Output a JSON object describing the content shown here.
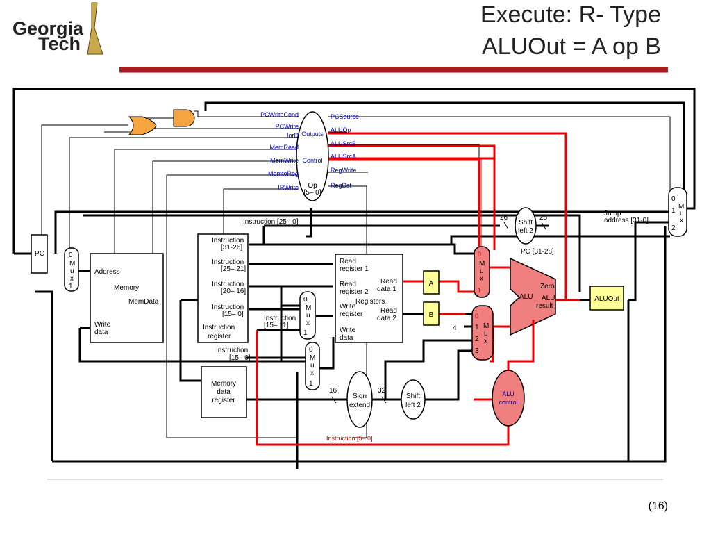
{
  "header": {
    "logo_line1": "Georgia",
    "logo_line2": "Tech",
    "title_line1": "Execute: R- Type",
    "title_line2": "ALUOut = A op B",
    "accent": "#a02020"
  },
  "footer": {
    "page": "(16)"
  },
  "control": {
    "outputs": "Outputs",
    "control": "Control",
    "op": "Op",
    "op_bits": "[5– 0]",
    "left_signals": [
      "PCWriteCond",
      "PCWrite",
      "IorD",
      "MemRead",
      "MemWrite",
      "MemtoReg",
      "IRWrite"
    ],
    "right_signals": [
      "PCSource",
      "ALUOp",
      "ALUSrcB",
      "ALUSrcA",
      "RegWrite",
      "RegDst"
    ]
  },
  "pc": {
    "label": "PC"
  },
  "mux_labels": {
    "m0": "0",
    "m1": "1",
    "M": "M",
    "u": "u",
    "x": "x",
    "m2": "2",
    "m3": "3",
    "four": "4"
  },
  "memory": {
    "address": "Address",
    "memory": "Memory",
    "memdata": "MemData",
    "write": "Write",
    "data": "data"
  },
  "ir": {
    "i3126": "Instruction",
    "b3126": "[31-26]",
    "i2521": "Instruction",
    "b2521": "[25– 21]",
    "i2016": "Instruction",
    "b2016": "[20– 16]",
    "i150": "Instruction",
    "b150": "[15– 0]",
    "reg1": "Instruction",
    "reg2": "register",
    "i1511": "Instruction",
    "b1511": "[15– 11]",
    "i150b": "Instruction",
    "b150b": "[15– 0]",
    "i2500": "Instruction [25– 0]",
    "i50": "Instruction [5– 0]"
  },
  "mdr": {
    "l1": "Memory",
    "l2": "data",
    "l3": "register"
  },
  "regfile": {
    "rr1a": "Read",
    "rr1b": "register 1",
    "rr2a": "Read",
    "rr2b": "register 2",
    "wra": "Write",
    "wrb": "register",
    "wda": "Write",
    "wdb": "data",
    "rd1a": "Read",
    "rd1b": "data 1",
    "rd2a": "Read",
    "rd2b": "data 2",
    "regs": "Registers"
  },
  "regA": "A",
  "regB": "B",
  "alu": {
    "alu": "ALU",
    "zero": "Zero",
    "res1": "ALU",
    "res2": "result"
  },
  "aluout": "ALUOut",
  "alucontrol": {
    "l1": "ALU",
    "l2": "control"
  },
  "sign": {
    "l1": "Sign",
    "l2": "extend",
    "w16": "16",
    "w32": "32"
  },
  "shift": {
    "l1": "Shift",
    "l2": "left 2"
  },
  "shift_top": {
    "l1": "Shift",
    "l2": "left 2",
    "w26": "26",
    "w28": "28"
  },
  "jump": {
    "l1": "Jump",
    "l2": "address [31-0]"
  },
  "pc3128": "PC [31-28]"
}
